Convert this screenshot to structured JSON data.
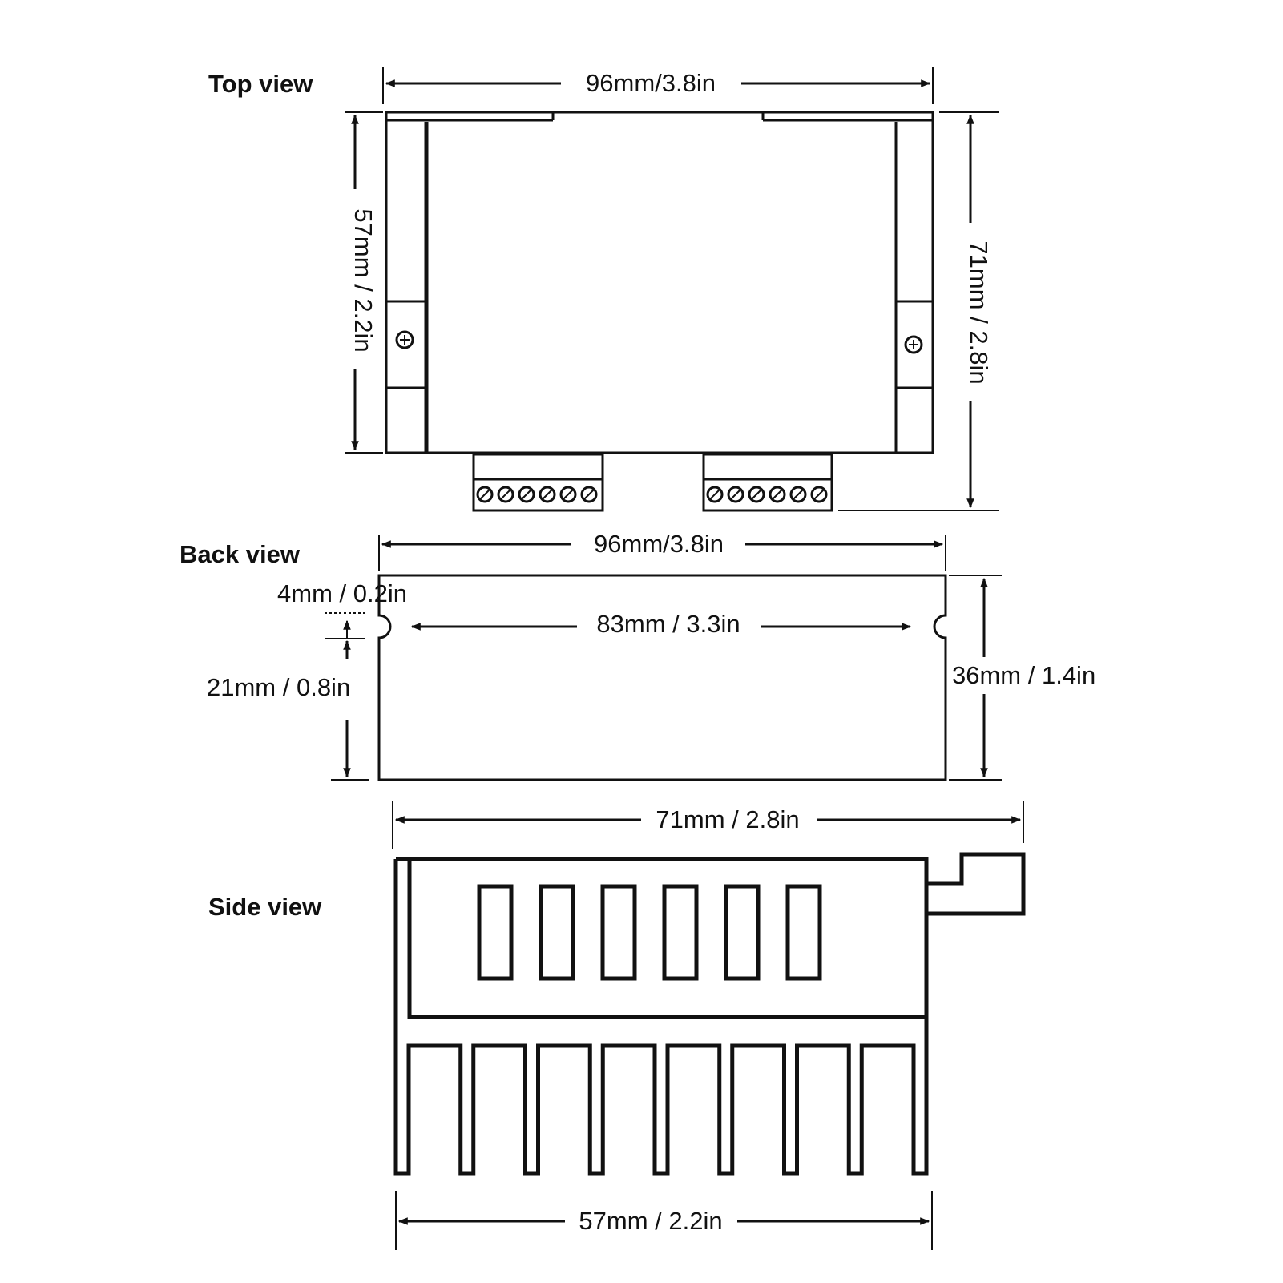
{
  "views": {
    "top": {
      "label": "Top view",
      "width_dim": "96mm/3.8in",
      "left_height_dim": "57mm / 2.2in",
      "right_height_dim": "71mm / 2.8in",
      "terminals_per_block": 6
    },
    "back": {
      "label": "Back view",
      "width_dim": "96mm/3.8in",
      "slot_dim": "4mm / 0.2in",
      "hole_spacing_dim": "83mm / 3.3in",
      "lower_height_dim": "21mm / 0.8in",
      "height_dim": "36mm / 1.4in"
    },
    "side": {
      "label": "Side view",
      "width_dim": "71mm / 2.8in",
      "base_width_dim": "57mm / 2.2in",
      "vent_slots": 6,
      "fins": 8
    }
  },
  "colors": {
    "ink": "#111111",
    "background": "#ffffff"
  }
}
